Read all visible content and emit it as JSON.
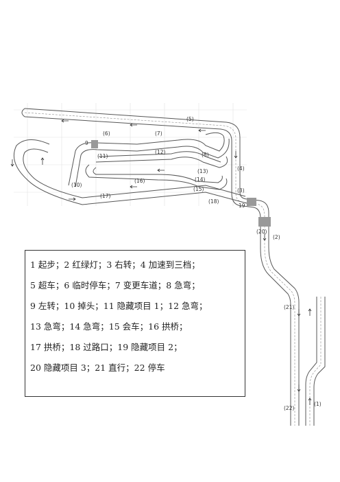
{
  "labels": {
    "l1": "(1)",
    "l2": "(2)",
    "l3": "(3)",
    "l4": "(4)",
    "l5": "(5)",
    "l6": "(6)",
    "l7": "(7)",
    "l8": "(8)",
    "l9": "19",
    "l9b": "9",
    "l10": "(10)",
    "l11": "(11)",
    "l12": "(12)",
    "l13": "(13)",
    "l14": "(14)",
    "l15": "(15)",
    "l16": "(16)",
    "l17": "(17)",
    "l18": "(18)",
    "l20": "(20)",
    "l21": "(21)",
    "l22": "(22)"
  },
  "legend": {
    "lines": [
      "1 起步；2 红绿灯；3 右转；4 加速到三档；",
      "5 超车；6 临时停车；7 变更车道；8 急弯；",
      "9 左转；10 掉头；11 隐藏项目 1；12 急弯；",
      "13 急弯；14 急弯；15 会车；16 拱桥；",
      "17 拱桥；18 过路口；19 隐藏项目 2；",
      "20 隐藏项目 3；21 直行；22 停车"
    ]
  },
  "colors": {
    "road": "#555555",
    "text": "#222222",
    "grid": "#e2e2e2"
  }
}
